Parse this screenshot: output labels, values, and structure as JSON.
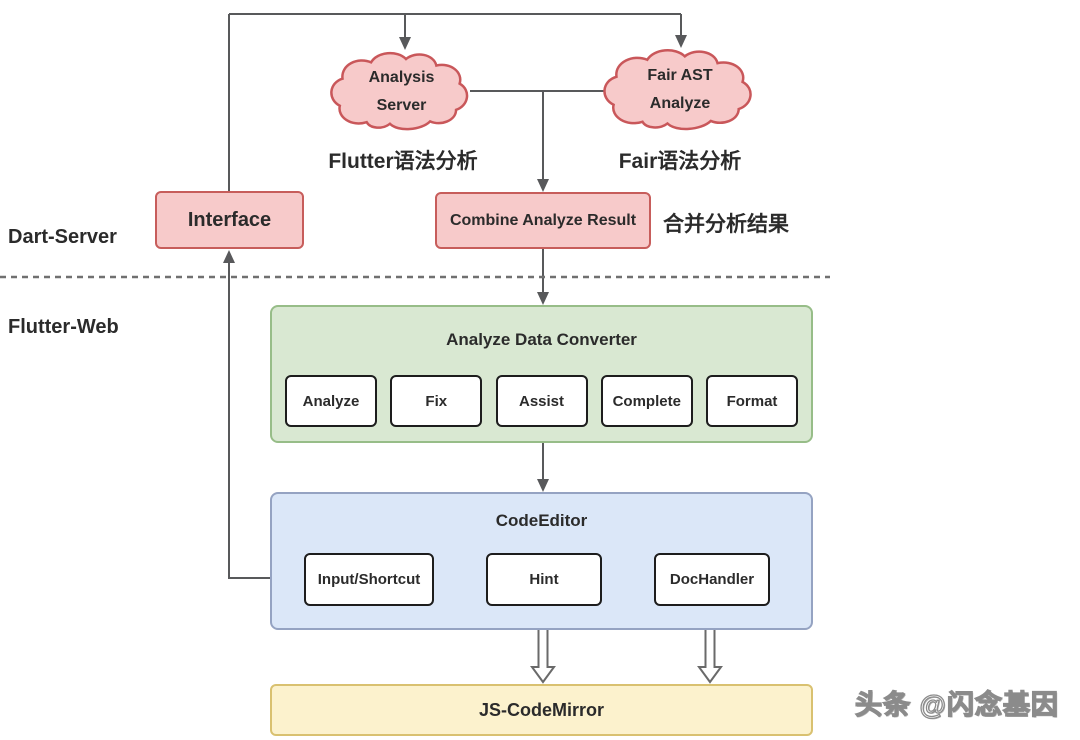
{
  "zones": {
    "dart_server": "Dart-Server",
    "flutter_web": "Flutter-Web"
  },
  "clouds": {
    "analysis": {
      "line1": "Analysis",
      "line2": "Server",
      "caption": "Flutter语法分析"
    },
    "fair": {
      "line1": "Fair AST",
      "line2": "Analyze",
      "caption": "Fair语法分析"
    }
  },
  "interface_box": {
    "label": "Interface"
  },
  "combine": {
    "label": "Combine Analyze Result",
    "caption": "合并分析结果"
  },
  "converter": {
    "title": "Analyze Data Converter",
    "items": [
      "Analyze",
      "Fix",
      "Assist",
      "Complete",
      "Format"
    ]
  },
  "editor": {
    "title": "CodeEditor",
    "items": [
      "Input/Shortcut",
      "Hint",
      "DocHandler"
    ]
  },
  "codemirror": {
    "label": "JS-CodeMirror"
  },
  "watermark": "头条 @闪念基因",
  "colors": {
    "pink_fill": "#f7caca",
    "pink_stroke": "#c75d5b",
    "green_fill": "#d9e8d2",
    "green_stroke": "#97bd88",
    "blue_fill": "#dbe7f8",
    "blue_stroke": "#95a3c2",
    "yellow_fill": "#fcf2cd",
    "yellow_stroke": "#d9c170",
    "line": "#58595b",
    "text": "#2b2b2b"
  }
}
